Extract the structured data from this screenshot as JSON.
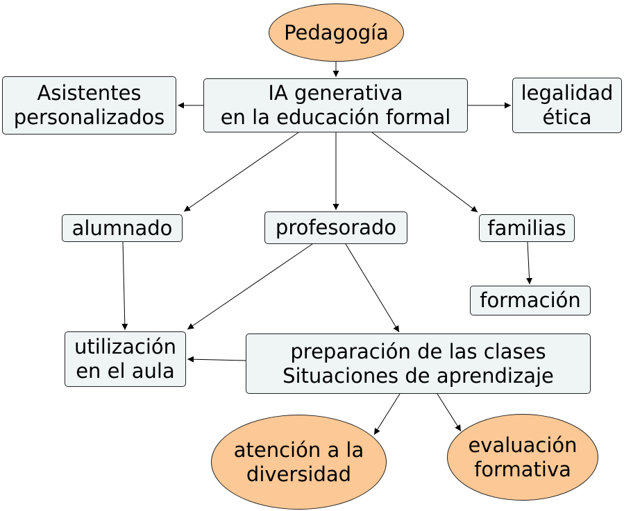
{
  "nodes": {
    "pedagogia": {
      "lines": [
        "Pedagogía"
      ]
    },
    "ia": {
      "lines": [
        "IA generativa",
        "en la educación formal"
      ]
    },
    "asistentes": {
      "lines": [
        "Asistentes",
        "personalizados"
      ]
    },
    "legalidad": {
      "lines": [
        "legalidad",
        "ética"
      ]
    },
    "alumnado": {
      "lines": [
        "alumnado"
      ]
    },
    "profesorado": {
      "lines": [
        "profesorado"
      ]
    },
    "familias": {
      "lines": [
        "familias"
      ]
    },
    "formacion": {
      "lines": [
        "formación"
      ]
    },
    "utilizacion": {
      "lines": [
        "utilización",
        "en el aula"
      ]
    },
    "preparacion": {
      "lines": [
        "preparación de las clases",
        "Situaciones de aprendizaje"
      ]
    },
    "atencion": {
      "lines": [
        "atención a la",
        "diversidad"
      ]
    },
    "evaluacion": {
      "lines": [
        "evaluación",
        "formativa"
      ]
    }
  },
  "edges": [
    {
      "from": "pedagogia",
      "to": "ia"
    },
    {
      "from": "ia",
      "to": "asistentes"
    },
    {
      "from": "ia",
      "to": "legalidad"
    },
    {
      "from": "ia",
      "to": "alumnado"
    },
    {
      "from": "ia",
      "to": "profesorado"
    },
    {
      "from": "ia",
      "to": "familias"
    },
    {
      "from": "familias",
      "to": "formacion"
    },
    {
      "from": "alumnado",
      "to": "utilizacion"
    },
    {
      "from": "profesorado",
      "to": "utilizacion"
    },
    {
      "from": "profesorado",
      "to": "preparacion"
    },
    {
      "from": "preparacion",
      "to": "utilizacion"
    },
    {
      "from": "preparacion",
      "to": "atencion"
    },
    {
      "from": "preparacion",
      "to": "evaluacion"
    }
  ],
  "colors": {
    "box_fill": "#eff4f5",
    "oval_fill": "#fcc895",
    "stroke": "#222222"
  }
}
